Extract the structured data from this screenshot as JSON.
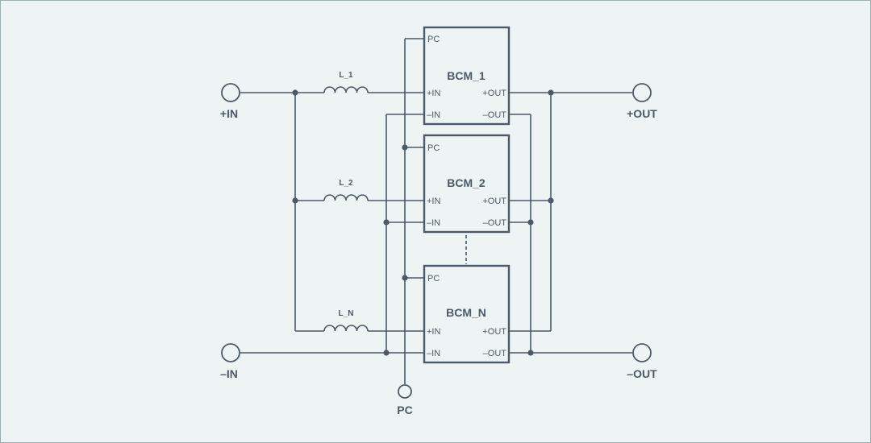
{
  "terminals": {
    "in_pos": "+IN",
    "in_neg": "–IN",
    "out_pos": "+OUT",
    "out_neg": "–OUT",
    "pc": "PC"
  },
  "modules": [
    {
      "name": "BCM_1",
      "inductor": "L_1"
    },
    {
      "name": "BCM_2",
      "inductor": "L_2"
    },
    {
      "name": "BCM_N",
      "inductor": "L_N"
    }
  ],
  "pins": {
    "pc": "PC",
    "in_pos": "+IN",
    "in_neg": "–IN",
    "out_pos": "+OUT",
    "out_neg": "–OUT"
  },
  "colors": {
    "line": "#4a5a6a",
    "background": "#eef3f3"
  }
}
